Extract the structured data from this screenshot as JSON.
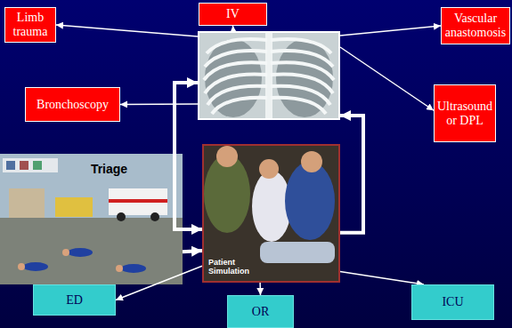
{
  "diagram": {
    "nodes": [
      {
        "text": [
          "Limb trauma"
        ]
      },
      {
        "text": [
          "IV"
        ]
      },
      {
        "text": [
          "Vascular anastomosis"
        ]
      },
      {
        "text": [
          "Bronchoscopy"
        ]
      },
      {
        "text": []
      },
      {
        "text": [
          "Ultrasound or DPL"
        ]
      },
      {
        "text": [
          "Triage"
        ]
      },
      {
        "text": [
          "Patient Simulation"
        ]
      },
      {
        "text": [
          "ED"
        ]
      },
      {
        "text": [
          "OR"
        ]
      },
      {
        "text": [
          "ICU"
        ]
      }
    ],
    "edges": [
      {
        "from": 4,
        "to": 0,
        "arrow": "to"
      },
      {
        "from": 4,
        "to": 1,
        "arrow": "to"
      },
      {
        "from": 4,
        "to": 2,
        "arrow": "to"
      },
      {
        "from": 4,
        "to": 3,
        "arrow": "to"
      },
      {
        "from": 4,
        "to": 5,
        "arrow": "to"
      },
      {
        "from": 4,
        "to": 7,
        "arrow": "both"
      },
      {
        "from": 7,
        "to": 4,
        "arrow": "to"
      },
      {
        "from": 6,
        "to": 7,
        "arrow": "to"
      },
      {
        "from": 7,
        "to": 8,
        "arrow": "to"
      },
      {
        "from": 7,
        "to": 9,
        "arrow": "to"
      },
      {
        "from": 7,
        "to": 10,
        "arrow": "to"
      }
    ]
  }
}
